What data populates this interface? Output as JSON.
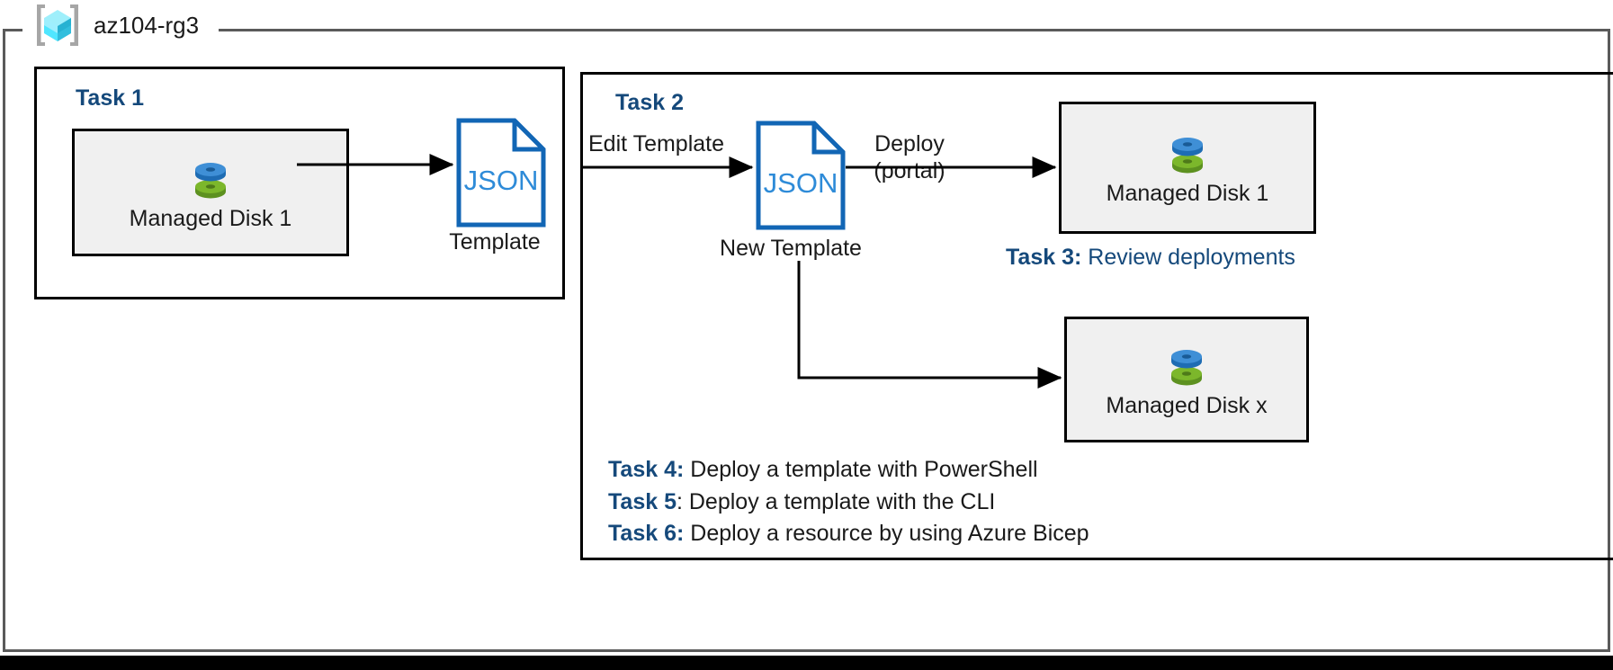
{
  "resource_group": {
    "name": "az104-rg3",
    "icon": "resource-group-cube-icon"
  },
  "task1": {
    "heading": "Task 1",
    "resource": {
      "label": "Managed Disk 1",
      "icon": "managed-disk-icon"
    },
    "output_document": {
      "icon_text": "JSON",
      "caption": "Template"
    }
  },
  "task2": {
    "heading": "Task 2",
    "edit_arrow_label": "Edit Template",
    "document": {
      "icon_text": "JSON",
      "caption": "New Template"
    },
    "deploy_arrow_label_line1": "Deploy",
    "deploy_arrow_label_line2": "(portal)",
    "target_portal": {
      "label": "Managed Disk 1",
      "icon": "managed-disk-icon"
    },
    "target_scripted": {
      "label": "Managed Disk x",
      "icon": "managed-disk-icon"
    }
  },
  "task3": {
    "number": "Task 3:",
    "description": " Review deployments"
  },
  "task_list": [
    {
      "number": "Task 4:",
      "description": " Deploy a template with PowerShell"
    },
    {
      "number": "Task 5",
      "description": ": Deploy a template with the CLI"
    },
    {
      "number": "Task 6:",
      "description": " Deploy a resource by using Azure Bicep"
    }
  ],
  "colors": {
    "accent_blue": "#15497b",
    "json_blue": "#1266b5",
    "outline_black": "#000000",
    "container_gray": "#5a5a5a",
    "box_fill": "#f0f0f0",
    "disk_blue": "#3f8fd6",
    "disk_green": "#73ad21"
  }
}
